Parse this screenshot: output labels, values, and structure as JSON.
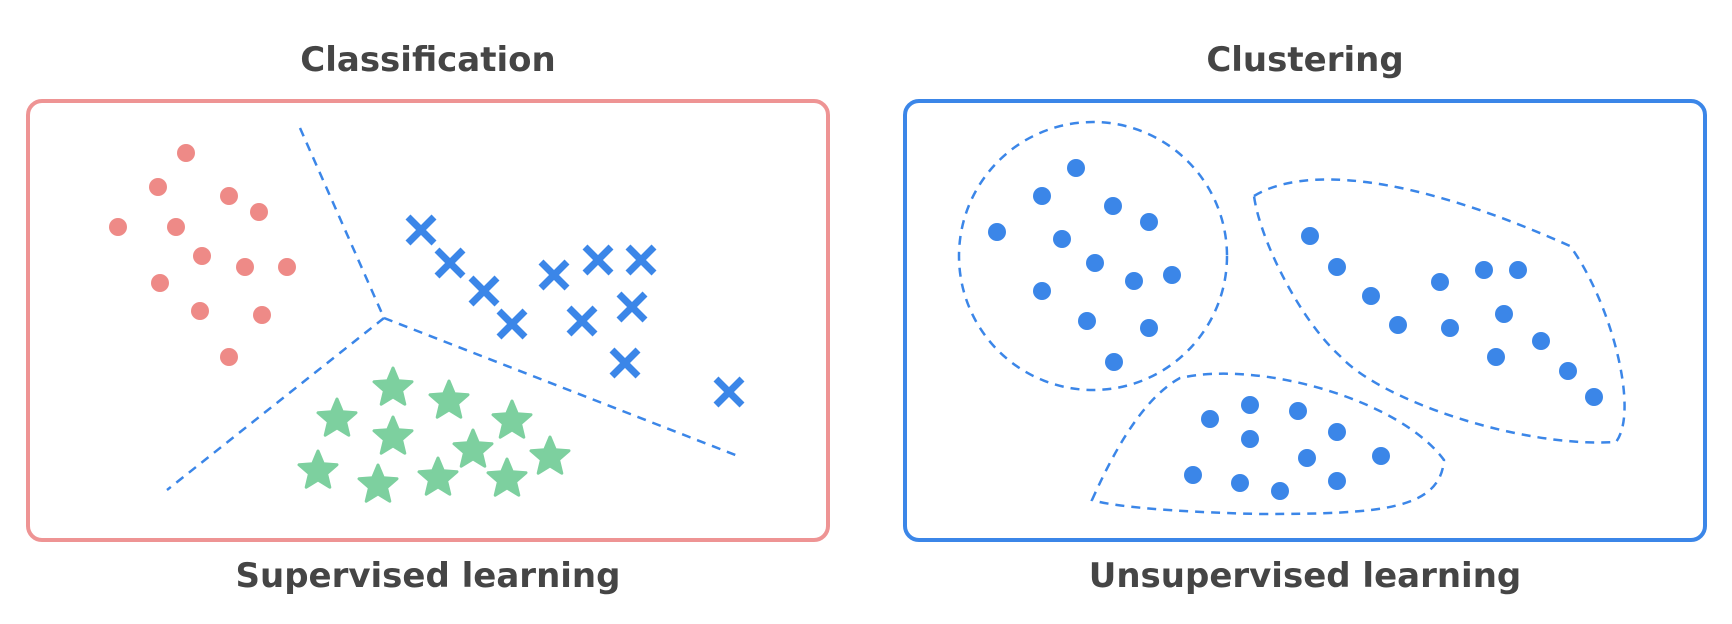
{
  "left_panel": {
    "title": "Classification",
    "caption": "Supervised learning",
    "border_color": "#ee9494",
    "classes": [
      {
        "marker": "circle",
        "color": "#ee8a87"
      },
      {
        "marker": "cross-icon",
        "color": "#3b86e8"
      },
      {
        "marker": "star-icon",
        "color": "#7dd09f"
      }
    ]
  },
  "right_panel": {
    "title": "Clustering",
    "caption": "Unsupervised learning",
    "border_color": "#3b86e8",
    "point_color": "#3b86e8"
  }
}
